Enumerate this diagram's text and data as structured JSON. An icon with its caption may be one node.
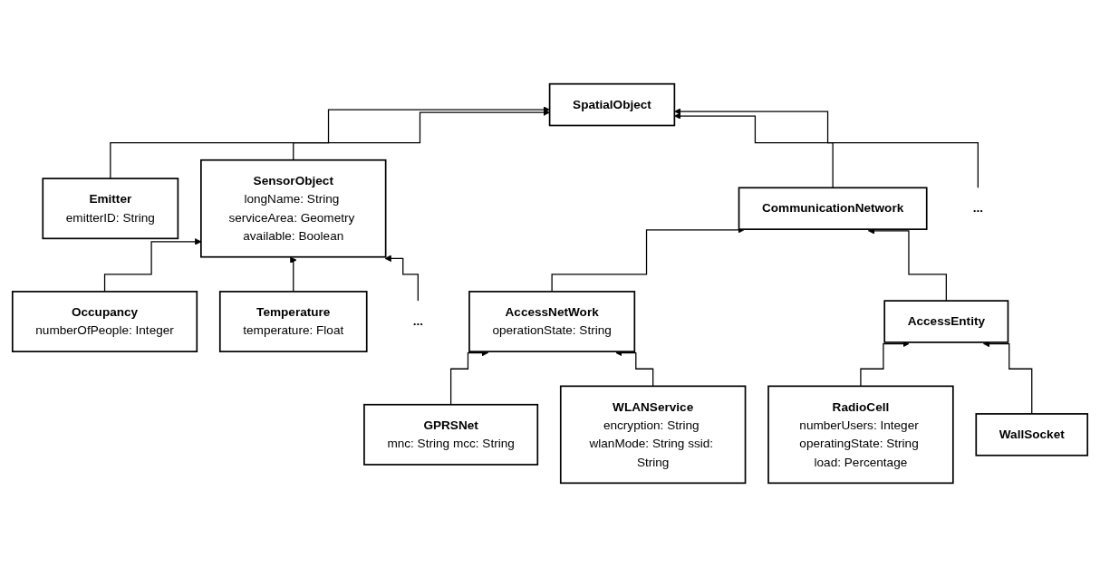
{
  "diagram": {
    "nodes": [
      {
        "text": [
          "SpatialObject"
        ]
      },
      {
        "text": [
          "Emitter",
          "emitterID: String"
        ]
      },
      {
        "text": [
          "SensorObject",
          "longName: String serviceArea: Geometry available: Boolean"
        ]
      },
      {
        "text": [
          "CommunicationNetwork"
        ]
      },
      {
        "text": [
          "..."
        ]
      },
      {
        "text": [
          "Occupancy",
          "numberOfPeople: Integer"
        ]
      },
      {
        "text": [
          "Temperature",
          "temperature: Float"
        ]
      },
      {
        "text": [
          "..."
        ]
      },
      {
        "text": [
          "AccessNetWork",
          "operationState: String"
        ]
      },
      {
        "text": [
          "AccessEntity"
        ]
      },
      {
        "text": [
          "GPRSNet",
          "mnc: String mcc: String"
        ]
      },
      {
        "text": [
          "WLANService",
          "encryption: String wlanMode: String ssid: String"
        ]
      },
      {
        "text": [
          "RadioCell",
          "numberUsers: Integer operatingState: String load: Percentage"
        ]
      },
      {
        "text": [
          "WallSocket"
        ]
      }
    ],
    "edges": [
      {
        "from": 1,
        "to": 0,
        "arrow": "to"
      },
      {
        "from": 2,
        "to": 0,
        "arrow": "to"
      },
      {
        "from": 3,
        "to": 0,
        "arrow": "to"
      },
      {
        "from": 4,
        "to": 0,
        "arrow": "to"
      },
      {
        "from": 5,
        "to": 2,
        "arrow": "to"
      },
      {
        "from": 6,
        "to": 2,
        "arrow": "to"
      },
      {
        "from": 7,
        "to": 2,
        "arrow": "to"
      },
      {
        "from": 8,
        "to": 3,
        "arrow": "to"
      },
      {
        "from": 9,
        "to": 3,
        "arrow": "to"
      },
      {
        "from": 10,
        "to": 8,
        "arrow": "to"
      },
      {
        "from": 11,
        "to": 8,
        "arrow": "to"
      },
      {
        "from": 12,
        "to": 9,
        "arrow": "to"
      },
      {
        "from": 13,
        "to": 9,
        "arrow": "to"
      }
    ]
  }
}
